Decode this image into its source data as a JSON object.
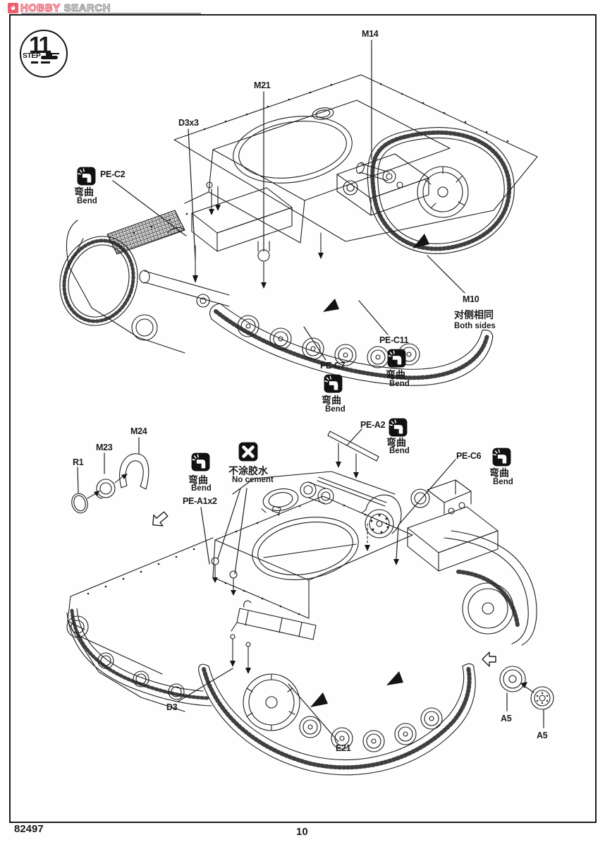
{
  "header": {
    "logo_hobby": "HOBBY",
    "logo_search": "SEARCH"
  },
  "step_badge": {
    "label": "STEP",
    "number": "11"
  },
  "legend": {
    "bend_cn": "弯曲",
    "bend_en": "Bend",
    "no_cement_cn": "不涂胶水",
    "no_cement_en": "No cement",
    "both_sides_cn": "对侧相同",
    "both_sides_en": "Both sides"
  },
  "callouts": {
    "m14": "M14",
    "m21": "M21",
    "d3x3": "D3x3",
    "pe_c2": "PE-C2",
    "m10": "M10",
    "pe_c7": "PE-C7",
    "pe_c11": "PE-C11",
    "pe_a2": "PE-A2",
    "pe_c6": "PE-C6",
    "r1": "R1",
    "m23": "M23",
    "m24": "M24",
    "pe_a1x2": "PE-A1x2",
    "d3": "D3",
    "e21": "E21",
    "a5_left": "A5",
    "a5_right": "A5"
  },
  "footer": {
    "kit_number": "82497",
    "page_number": "10"
  },
  "colors": {
    "brand_pink": "#ec6070",
    "line_black": "#1c1c1c"
  },
  "icons": {
    "bend_icon": "black rounded square, white bent-strip glyph",
    "no_cement_icon": "black rounded square, white X",
    "direction_arrow": "outlined block arrow",
    "brand_flame": "white flame on pink square"
  }
}
